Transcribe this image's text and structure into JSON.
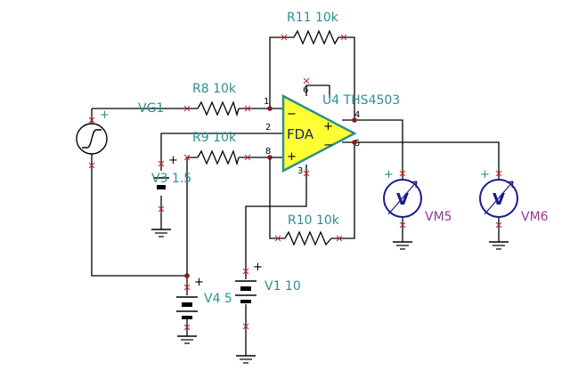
{
  "colors": {
    "wire": "#000000",
    "label": "#2b8f8f",
    "meter_label": "#8e3d8e",
    "opamp_fill": "#ffff33",
    "opamp_border": "#2b8f8f",
    "terminal": "#cc2222",
    "node": "#8b1a1a",
    "meter_stroke": "#1a1a8c"
  },
  "components": {
    "r11": {
      "label": "R11 10k"
    },
    "r8": {
      "label": "R8 10k"
    },
    "r9": {
      "label": "R9 10k"
    },
    "r10": {
      "label": "R10 10k"
    },
    "u4": {
      "label": "U4 THS4503",
      "body": "FDA",
      "pins": [
        "1",
        "2",
        "8",
        "3",
        "6",
        "4",
        "5"
      ]
    },
    "vg1": {
      "label": "VG1"
    },
    "v3": {
      "label": "V3 1.5"
    },
    "v4": {
      "label": "V4 5"
    },
    "v1": {
      "label": "V1 10"
    },
    "vm5": {
      "label": "VM5",
      "symbol": "V"
    },
    "vm6": {
      "label": "VM6",
      "symbol": "V"
    }
  }
}
